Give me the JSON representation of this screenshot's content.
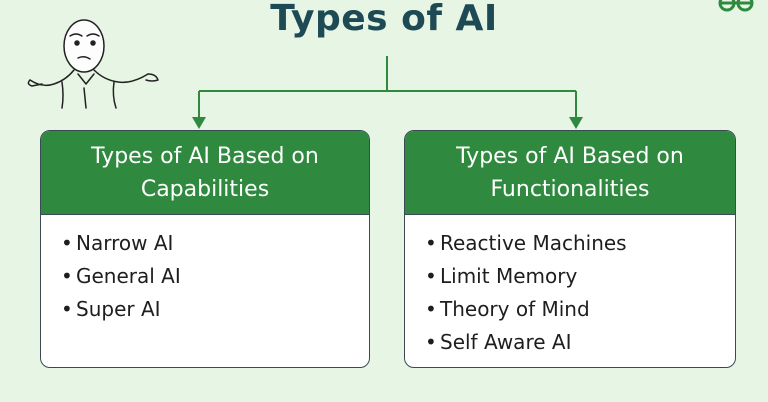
{
  "title": "Types of AI",
  "colors": {
    "background": "#e6f5e4",
    "header": "#2f8a3f",
    "title": "#1d4a54",
    "connector": "#2f8a3f"
  },
  "icons": {
    "meme": "shrugging-guy-icon",
    "logo": "brand-logo-icon"
  },
  "cards": [
    {
      "heading": [
        "Types of AI Based on",
        "Capabilities"
      ],
      "items": [
        "Narrow AI",
        "General AI",
        "Super AI"
      ]
    },
    {
      "heading": [
        "Types of AI Based on",
        "Functionalities"
      ],
      "items": [
        "Reactive Machines",
        "Limit Memory",
        "Theory of Mind",
        "Self Aware AI"
      ]
    }
  ]
}
